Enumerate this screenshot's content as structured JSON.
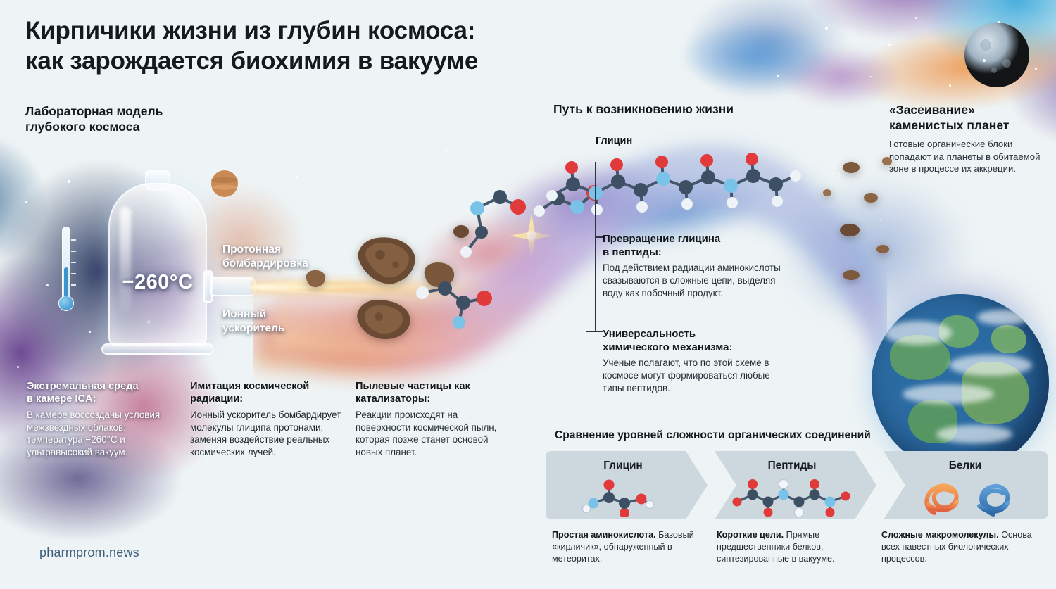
{
  "title": "Кирпичики жизни из глубин космоса:\nкак зарождается биохимия в вакууме",
  "title_line1": "Кирпичики жизни из глубин космоса:",
  "title_line2": "как зарождается биохимия в вакууме",
  "footer": "pharmprom.news",
  "sections": {
    "lab_heading": "Лабораторная модель\nглубокого космоса",
    "path_heading": "Путь к возникновению жизни",
    "seeding_heading": "«Засеивание»\nкаменистых планет",
    "seeding_body": "Готовые органические блоки попадают иа планеты в обитаемой зоне в процессе их аккреции."
  },
  "apparatus": {
    "temperature": "−260°C",
    "proton_label": "Протонная\nбомбардировка",
    "ion_label": "Ионный\nускоритель",
    "thermometer_icon": "thermometer-icon",
    "chamber_icon": "vacuum-chamber-icon",
    "beam_icon": "particle-beam-icon"
  },
  "glycine_label": "Глицин",
  "info_columns": [
    {
      "heading": "Экстремальная среда\nв камере ICA:",
      "body": "В камере воссозданы условия межзвездных облаков: температура −260°C и ультравысокий вакуум."
    },
    {
      "heading": "Имитация космической\nрадиации:",
      "body": "Ионный ускоритель бомбардирует молекулы глиципа протонами, заменяя воздействие реальных космических лучей."
    },
    {
      "heading": "Пылевые частицы как\nкатализаторы:",
      "body": "Реакции происходят на поверхности космической пылн, которая позже станет основой новых планет."
    }
  ],
  "callouts": [
    {
      "heading": "Превращение глицина\nв пептиды:",
      "body": "Под действием радиации аминокислоты свазываются в сложные цепи, выделяя воду как побочный продукт."
    },
    {
      "heading": "Универсальность\nхимического механизма:",
      "body": "Ученые полагают, что по этой схеме в космосе могут формироваться любые типы пептидов."
    }
  ],
  "comparison": {
    "title": "Сравнение уровней сложности органических соединений",
    "steps": [
      {
        "label": "Глицин",
        "icon": "glycine-molecule-icon",
        "caption_bold": "Простая аминокислота.",
        "caption_rest": "Базовый «кирличик», обнаруженный в метеоритах."
      },
      {
        "label": "Пептиды",
        "icon": "peptide-chain-icon",
        "caption_bold": "Короткие цели.",
        "caption_rest": "Прямые предшественники белков, синтезированные в вакууме."
      },
      {
        "label": "Белки",
        "icon": "protein-fold-icon",
        "caption_bold": "Сложные макромолекулы.",
        "caption_rest": "Основа всех навестных биологических процессов."
      }
    ]
  },
  "colors": {
    "background": "#eef4f5",
    "ink": "#14181d",
    "body_ink": "#262f38",
    "footer": "#3f5f7d",
    "chevron": "#ccd7de",
    "oxygen_red": "#e03a3a",
    "carbon_slate": "#3d4f63",
    "nitrogen_blue": "#79c3e8",
    "hydrogen_white": "#f2f6fa",
    "protein_orange": "#ef8a3c",
    "protein_blue": "#3d7fc0"
  }
}
